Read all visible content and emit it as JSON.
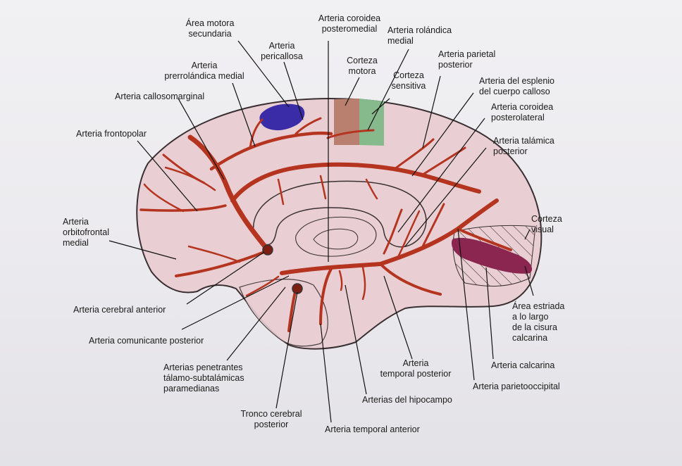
{
  "labels": {
    "area_motora_secundaria": "Área motora\nsecundaria",
    "arteria_pericallosa": "Arteria\npericallosa",
    "arteria_prerrolandica_medial": "Arteria\nprerrolándica medial",
    "arteria_callosomarginal": "Arteria callosomarginal",
    "arteria_frontopolar": "Arteria frontopolar",
    "arteria_orbitofrontal_medial": "Arteria\norbitofrontal\nmedial",
    "arteria_cerebral_anterior": "Arteria cerebral anterior",
    "arteria_comunicante_posterior": "Arteria comunicante posterior",
    "arterias_penetrantes": "Arterias penetrantes\ntálamo-subtalámicas\nparamedianas",
    "tronco_cerebral_posterior": "Tronco cerebral\nposterior",
    "arteria_temporal_anterior": "Arteria temporal anterior",
    "arterias_del_hipocampo": "Arterias del hipocampo",
    "arteria_temporal_posterior": "Arteria\ntemporal posterior",
    "arteria_parietooccipital": "Arteria parietooccipital",
    "arteria_calcarina": "Arteria calcarina",
    "area_estriada": "Área estriada\na lo largo\nde la cisura\ncalcarina",
    "corteza_visual": "Corteza\nvisual",
    "arteria_talamica_posterior": "Arteria talámica\nposterior",
    "arteria_coroidea_posterolateral": "Arteria coroidea\nposterolateral",
    "arteria_esplenio": "Arteria del esplenio\ndel cuerpo calloso",
    "arteria_parietal_posterior": "Arteria parietal\nposterior",
    "corteza_sensitiva": "Corteza\nsensitiva",
    "corteza_motora": "Corteza\nmotora",
    "arteria_rolandica_medial": "Arteria rolándica\nmedial",
    "arteria_coroidea_posteromedial": "Arteria coroidea\nposteromedial"
  },
  "colors": {
    "brain_fill": "#e9cfd3",
    "brain_outline": "#3a3033",
    "artery": "#b5341f",
    "motor_cortex": "#b97f6f",
    "sensory_cortex": "#86ba8c",
    "secondary_motor_area": "#3a2ca6",
    "calcarine_area": "#8a2650",
    "leader_line": "#111111"
  }
}
